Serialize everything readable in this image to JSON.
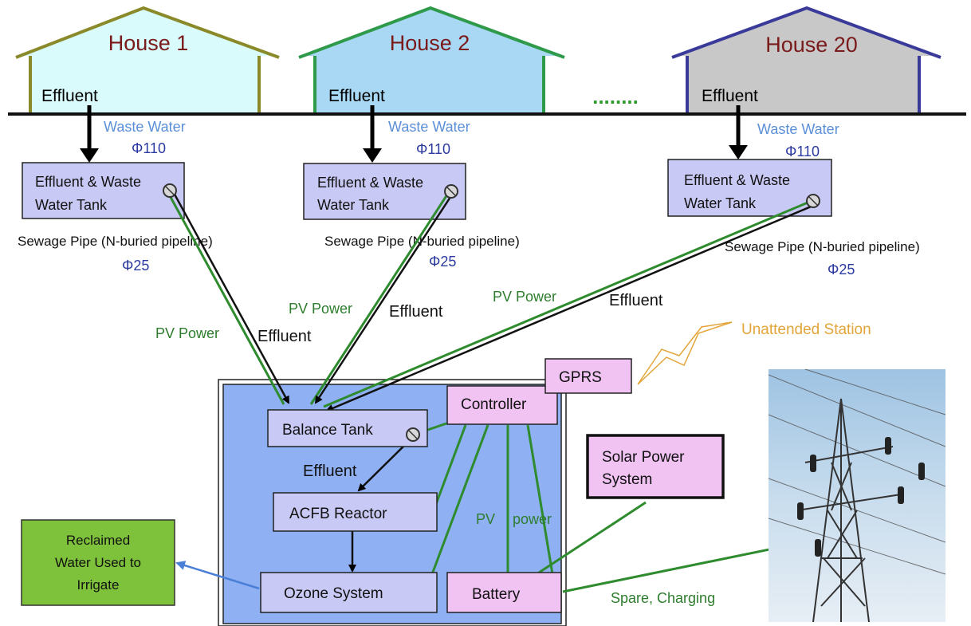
{
  "houses": [
    {
      "title": "House 1",
      "effluent": "Effluent",
      "waste_water": "Waste Water",
      "pipe_size": "Φ110",
      "tank_line1": "Effluent & Waste",
      "tank_line2": "Water Tank",
      "sewage_pipe": "Sewage Pipe (N-buried pipeline)",
      "sewage_size": "Φ25",
      "color": "#8a8a2a"
    },
    {
      "title": "House 2",
      "effluent": "Effluent",
      "waste_water": "Waste Water",
      "pipe_size": "Φ110",
      "tank_line1": "Effluent & Waste",
      "tank_line2": "Water Tank",
      "sewage_pipe": "Sewage Pipe (N-buried pipeline)",
      "sewage_size": "Φ25",
      "color": "#2e9a4a"
    },
    {
      "title": "House 20",
      "effluent": "Effluent",
      "waste_water": "Waste Water",
      "pipe_size": "Φ110",
      "tank_line1": "Effluent & Waste",
      "tank_line2": "Water Tank",
      "sewage_pipe": "Sewage Pipe (N-buried pipeline)",
      "sewage_size": "Φ25",
      "color": "#3a3a9a"
    }
  ],
  "ellipsis": "........",
  "lines": {
    "pv_power_1": "PV Power",
    "effluent_1": "Effluent",
    "pv_power_2": "PV Power",
    "effluent_2": "Effluent",
    "pv_power_3": "PV Power",
    "effluent_3": "Effluent"
  },
  "station": {
    "balance_tank": "Balance Tank",
    "effluent": "Effluent",
    "acfb_reactor": "ACFB Reactor",
    "ozone_system": "Ozone System",
    "controller": "Controller",
    "battery": "Battery",
    "pv": "PV",
    "power": "power"
  },
  "gprs": "GPRS",
  "unattended_station": "Unattended Station",
  "solar": {
    "line1": "Solar Power",
    "line2": "System"
  },
  "reclaimed": {
    "line1": "Reclaimed",
    "line2": "Water Used to",
    "line3": "Irrigate"
  },
  "spare_charging": "Spare, Charging",
  "colors": {
    "house1_fill": "#d9fbfb",
    "house2_fill": "#a8d8f4",
    "house20_fill": "#c8c8c8",
    "tank_fill": "#c9c9f5",
    "station_fill": "#8fb0f2",
    "pink": "#f1c3f3",
    "reclaimed_fill": "#7ec13a",
    "pv_green": "#2e8b2e",
    "water_arrow": "#4a7fd8"
  }
}
